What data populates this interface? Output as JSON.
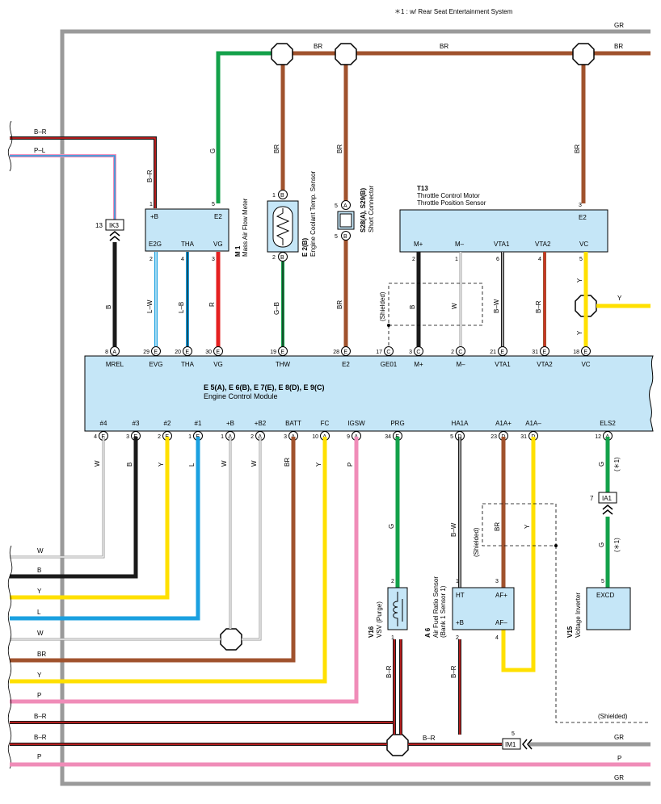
{
  "note": "＊1 : w/ Rear Seat Entertainment System",
  "colors": {
    "GR": "#9a9a9a",
    "BR": "#a0522d",
    "G": "#13a14a",
    "B": "#1a1a1a",
    "Y": "#ffe000",
    "L": "#1aa0e0",
    "P": "#f08cb8",
    "R": "#e52020",
    "W": "#ffffff",
    "box": "#c5e6f7"
  },
  "top_wires": {
    "gr": "GR",
    "br1": "BR",
    "br2": "BR",
    "br_left": "B–R",
    "pl_left": "P–L"
  },
  "ecm": {
    "title": "E 5(A), E 6(B), E 7(E), E 8(D), E 9(C)",
    "name": "Engine Control Module",
    "top_pins": [
      {
        "label": "MREL",
        "num": "8",
        "conn": "A"
      },
      {
        "label": "EVG",
        "num": "29",
        "conn": "E"
      },
      {
        "label": "THA",
        "num": "20",
        "conn": "E"
      },
      {
        "label": "VG",
        "num": "30",
        "conn": "E"
      },
      {
        "label": "THW",
        "num": "19",
        "conn": "E"
      },
      {
        "label": "E2",
        "num": "28",
        "conn": "E"
      },
      {
        "label": "GE01",
        "num": "17",
        "conn": "C"
      },
      {
        "label": "M+",
        "num": "3",
        "conn": "C"
      },
      {
        "label": "M–",
        "num": "2",
        "conn": "C"
      },
      {
        "label": "VTA1",
        "num": "21",
        "conn": "E"
      },
      {
        "label": "VTA2",
        "num": "31",
        "conn": "E"
      },
      {
        "label": "VC",
        "num": "18",
        "conn": "E"
      }
    ],
    "bottom_pins": [
      {
        "label": "#4",
        "num": "4",
        "conn": "E"
      },
      {
        "label": "#3",
        "num": "3",
        "conn": "E"
      },
      {
        "label": "#2",
        "num": "2",
        "conn": "E"
      },
      {
        "label": "#1",
        "num": "1",
        "conn": "E"
      },
      {
        "label": "+B",
        "num": "1",
        "conn": "A"
      },
      {
        "label": "+B2",
        "num": "2",
        "conn": "A"
      },
      {
        "label": "BATT",
        "num": "3",
        "conn": "A"
      },
      {
        "label": "FC",
        "num": "10",
        "conn": "A"
      },
      {
        "label": "IGSW",
        "num": "9",
        "conn": "A"
      },
      {
        "label": "PRG",
        "num": "34",
        "conn": "E"
      },
      {
        "label": "HA1A",
        "num": "5",
        "conn": "D"
      },
      {
        "label": "A1A+",
        "num": "23",
        "conn": "D"
      },
      {
        "label": "A1A–",
        "num": "31",
        "conn": "D"
      },
      {
        "label": "ELS2",
        "num": "12",
        "conn": "A"
      }
    ]
  },
  "maf": {
    "code": "M 1",
    "name": "Mass Air Flow Meter",
    "pins": {
      "b": "+B",
      "e2": "E2",
      "e2g": "E2G",
      "tha": "THA",
      "vg": "VG"
    },
    "nums": {
      "b": "1",
      "e2": "5",
      "e2g": "2",
      "tha": "4",
      "vg": "3"
    }
  },
  "ect": {
    "code": "E 2(B)",
    "name": "Engine Coolant Temp. Sensor",
    "n1": "1",
    "n2": "2",
    "conn": "B"
  },
  "short": {
    "code": "S28(A), S29(B)",
    "name": "Short Connector",
    "n1": "5",
    "n2": "5",
    "c1": "A",
    "c2": "B"
  },
  "throttle": {
    "code": "T13",
    "name1": "Throttle Control Motor",
    "name2": "Throttle Position Sensor",
    "pins": [
      "M+",
      "M–",
      "VTA1",
      "VTA2",
      "VC"
    ],
    "nums": [
      "2",
      "1",
      "6",
      "4",
      "5"
    ],
    "e2": "E2",
    "e2num": "3"
  },
  "ik3": {
    "code": "IK3",
    "num": "13"
  },
  "ia1": {
    "code": "IA1",
    "num": "7"
  },
  "im1": {
    "code": "IM1",
    "num": "5"
  },
  "vsv": {
    "code": "V16",
    "name": "VSV (Purge)",
    "n2": "2",
    "n1": "1"
  },
  "afs": {
    "code": "A 6",
    "name1": "Air Fuel Ratio Sensor",
    "name2": "(Bank 1 Sensor 1)",
    "ht": "HT",
    "afp": "AF+",
    "b": "+B",
    "afm": "AF–",
    "n1": "1",
    "n3": "3",
    "n2": "2",
    "n4": "4"
  },
  "vinv": {
    "code": "V15",
    "name": "Voltage Inverter",
    "pin": "EXCD",
    "num": "5"
  },
  "wire_labels": {
    "G": "G",
    "BR": "BR",
    "B": "B",
    "LW": "L–W",
    "LB": "L–B",
    "R": "R",
    "GB": "G–B",
    "W": "W",
    "BW": "B–W",
    "BRR": "B–R",
    "Y": "Y",
    "L": "L",
    "P": "P",
    "BR_R": "B–R",
    "star1": "(＊1)"
  },
  "shielded": "(Shielded)",
  "left_wires": [
    "W",
    "B",
    "Y",
    "L",
    "W",
    "BR",
    "Y",
    "P",
    "B–R",
    "B–R",
    "P"
  ],
  "right_bottom": [
    "(Shielded)",
    "GR",
    "P",
    "GR"
  ]
}
